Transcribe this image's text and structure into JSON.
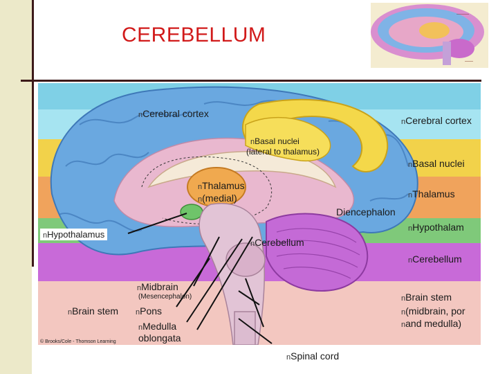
{
  "slide": {
    "title": "CEREBELLUM",
    "accent_title_color": "#d11a1a"
  },
  "labels": {
    "cerebral_cortex_left": "Cerebral cortex",
    "cerebral_cortex_right": "Cerebral cortex",
    "basal_nuclei_line1": "Basal nuclei",
    "basal_nuclei_line2": "(lateral to thalamus)",
    "basal_nuclei_right": "Basal nuclei",
    "thalamus_left": "Thalamus",
    "thalamus_medial": "(medial)",
    "thalamus_right": "Thalamus",
    "diencephalon": "Diencephalon",
    "hypothalamus_left": "Hypothalamus",
    "hypothalamus_right": "Hypothalam",
    "cerebellum_center": "Cerebellum",
    "cerebellum_right": "Cerebellum",
    "midbrain": "Midbrain",
    "mesencephalon": "(Mesencephalon)",
    "brain_stem_left": "Brain stem",
    "pons": "Pons",
    "medulla_line1": "Medulla",
    "medulla_line2": "oblongata",
    "brain_stem_right_1": "Brain stem",
    "brain_stem_right_2": "(midbrain, por",
    "brain_stem_right_3": "and medulla)",
    "spinal_cord": "Spinal cord",
    "credit": "© Brooks/Cole - Thomson Learning",
    "bullet": "n"
  },
  "band_colors": [
    "#7fd0e6",
    "#8fe0f0",
    "#f2d24a",
    "#f0a35c",
    "#7fc97a",
    "#c86ad8",
    "#f3c7c0"
  ]
}
